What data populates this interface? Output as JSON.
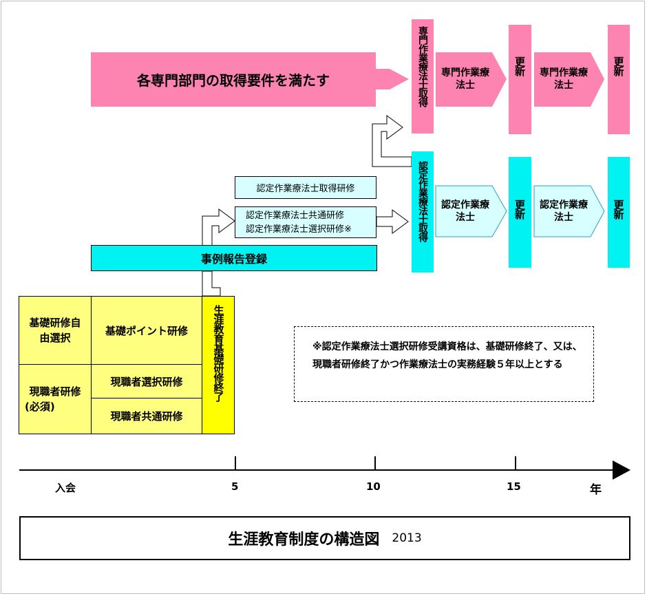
{
  "colors": {
    "pink": "#fd83b0",
    "cyan": "#00f2f2",
    "light_cyan": "#d8ffff",
    "yellow": "#ffff7f",
    "bright_yellow": "#ffff00"
  },
  "pink_banner": "各専門部門の取得要件を満たす",
  "specialist_cert": "専門作業療法士取得",
  "specialist_label": "専門作業療法士",
  "renewal": "更新",
  "certified_cert": "認定作業療法士取得",
  "certified_label": "認定作業療法士",
  "acquisition_training": "認定作業療法士取得研修",
  "common_training": "認定作業療法士共通研修",
  "elective_training": "認定作業療法士選択研修※",
  "case_report": "事例報告登録",
  "basic_elective": "基礎研修自由選択",
  "basic_point": "基礎ポイント研修",
  "current_training": "現職者研修",
  "required": "(必須)",
  "current_elective": "現職者選択研修",
  "current_common": "現職者共通研修",
  "lifelong_done": "生涯教育基礎研修終了",
  "note": "※認定作業療法士選択研修受講資格は、基礎研修終了、又は、現職者研修終了かつ作業療法士の実務経験５年以上とする",
  "axis": {
    "start": "入会",
    "t5": "5",
    "t10": "10",
    "t15": "15",
    "unit": "年"
  },
  "title": "生涯教育制度の構造図",
  "year": "2013"
}
